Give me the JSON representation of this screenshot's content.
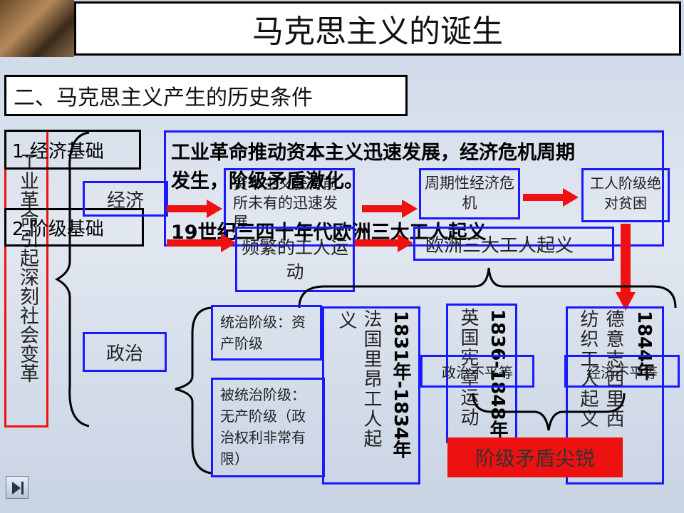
{
  "title": "马克思主义的诞生",
  "subtitle": "二、马克思主义产生的历史条件",
  "overlay": {
    "line1": "工业革命推动资本主义迅速发展，经济危机周期",
    "line2": "发生，阶级矛盾激化。",
    "line3": "19世纪三四十年代欧洲三大工人起义"
  },
  "labels": {
    "econ_base": "1.经济基础",
    "class_base": "2.阶级基础",
    "left_vertical": "工业革命引起深刻社会变革",
    "econ": "经济",
    "politics": "政治",
    "capital_box": "资本主义获得前所未有的迅速发展",
    "crisis": "周期性经济危机",
    "poverty": "工人阶级绝对贫困",
    "frequent": "频繁的工人运动",
    "three_uprisings": "欧洲三大工人起义",
    "ruling": "统治阶级：资产阶级",
    "ruled": "被统治阶级：无产阶级（政治权利非常有限）",
    "france_text": "法国里昂工人起",
    "france_year": "1831年-1834年",
    "france_yi": "义",
    "britain_text": "英国宪章运动",
    "britain_year": "1836-1848年",
    "germany_text_a": "德意志西里西",
    "germany_text_b": "纺织工人起义",
    "germany_year": "1844年",
    "pol_unequal": "政治不平等",
    "econ_unequal": "经济不平等",
    "contradiction": "阶级矛盾尖锐"
  },
  "colors": {
    "accent_red": "#ee1111",
    "box_blue": "#1a1aff"
  }
}
